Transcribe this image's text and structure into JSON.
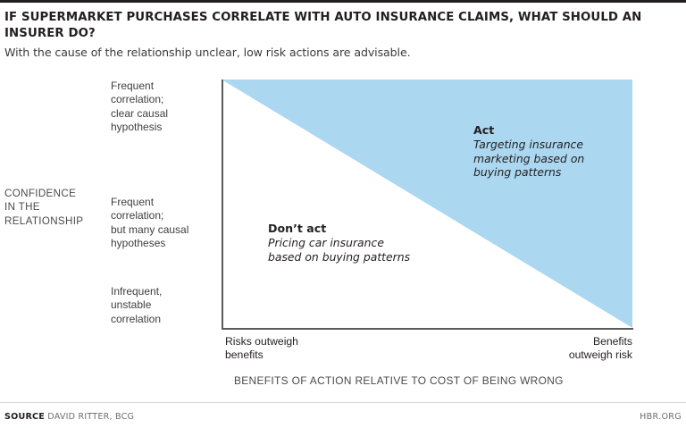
{
  "header": {
    "title": "IF SUPERMARKET PURCHASES CORRELATE WITH AUTO INSURANCE CLAIMS, WHAT SHOULD AN INSURER DO?",
    "subtitle": "With the cause of the relationship unclear, low risk actions are advisable."
  },
  "footer": {
    "source_label": "SOURCE",
    "source_value": "DAVID RITTER, BCG",
    "brand": "HBR.ORG"
  },
  "colors": {
    "act_region": "#ABD7F0",
    "dont_act_region": "#FFFFFF",
    "axis": "#58595B",
    "ink": "#231F20",
    "rule": "#231F20"
  },
  "chart_data": {
    "type": "area",
    "title": "IF SUPERMARKET PURCHASES CORRELATE WITH AUTO INSURANCE CLAIMS, WHAT SHOULD AN INSURER DO?",
    "subtitle": "With the cause of the relationship unclear, low risk actions are advisable.",
    "xlabel": "BENEFITS OF ACTION RELATIVE TO COST OF BEING WRONG",
    "ylabel": "CONFIDENCE IN THE RELATIONSHIP",
    "grid": false,
    "legend_position": "none",
    "x_endpoints": [
      "Risks outweigh benefits",
      "Benefits outweigh risk"
    ],
    "x_ticklabels": [
      "Risks outweigh\nbenefits",
      "Benefits\noutweigh risk"
    ],
    "y_ticklabels": [
      "Frequent correlation; clear causal hypothesis",
      "Frequent correlation; but many causal hypotheses",
      "Infrequent, unstable correlation"
    ],
    "xlim": [
      0,
      1
    ],
    "ylim": [
      0,
      1
    ],
    "divider_line": {
      "description": "Diagonal boundary from top-left to bottom-right of plot area",
      "from": [
        0,
        1
      ],
      "to": [
        1,
        0
      ]
    },
    "regions": [
      {
        "name": "Act",
        "lead": "Act",
        "description": "Targeting insurance marketing based on buying patterns",
        "fill": "#ABD7F0",
        "polygon": [
          [
            0,
            1
          ],
          [
            1,
            1
          ],
          [
            1,
            0
          ]
        ],
        "label_position": [
          0.62,
          0.82
        ]
      },
      {
        "name": "Don't act",
        "lead": "Don’t act",
        "description": "Pricing car insurance based on buying patterns",
        "fill": "#FFFFFF",
        "polygon": [
          [
            0,
            1
          ],
          [
            1,
            0
          ],
          [
            0,
            0
          ]
        ],
        "label_position": [
          0.12,
          0.43
        ]
      }
    ]
  },
  "y_axis": {
    "title_lines": [
      "CONFIDENCE",
      "IN THE",
      "RELATIONSHIP"
    ],
    "ticks": [
      {
        "lines": [
          "Frequent",
          "correlation;",
          "clear causal",
          "hypothesis"
        ]
      },
      {
        "lines": [
          "Frequent",
          "correlation;",
          "but many causal",
          "hypotheses"
        ]
      },
      {
        "lines": [
          "Infrequent,",
          "unstable",
          "correlation"
        ]
      }
    ]
  },
  "x_axis": {
    "title": "BENEFITS OF ACTION RELATIVE TO COST OF BEING WRONG",
    "left_lines": [
      "Risks outweigh",
      "benefits"
    ],
    "right_lines": [
      "Benefits",
      "outweigh risk"
    ]
  },
  "annotations": {
    "act": {
      "lead": "Act",
      "lines": [
        "Targeting insurance",
        "marketing based on",
        "buying patterns"
      ]
    },
    "dont_act": {
      "lead": "Don’t act",
      "lines": [
        "Pricing car insurance",
        "based on buying patterns"
      ]
    }
  }
}
